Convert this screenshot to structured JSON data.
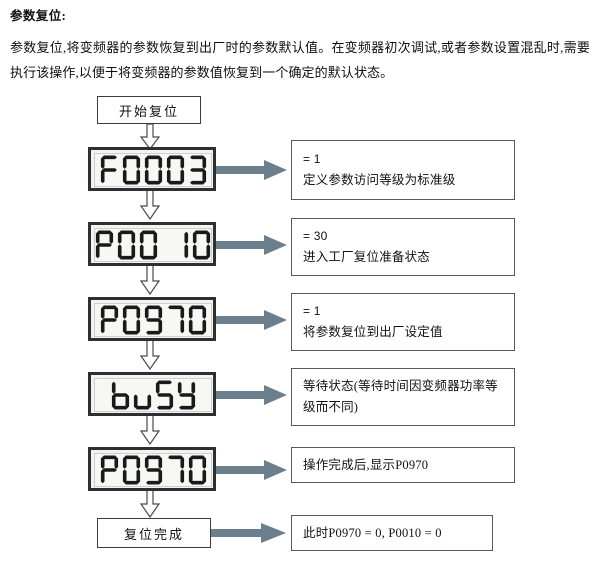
{
  "document": {
    "heading": "参数复位:",
    "paragraph": "参数复位,将变频器的参数恢复到出厂时的参数默认值。在变频器初次调试,或者参数设置混乱时,需要执行该操作,以便于将变频器的参数值恢复到一个确定的默认状态。"
  },
  "colors": {
    "arrow": "#6b7f8c",
    "lcd_bezel": "#2c2f33",
    "lcd_screen": "#f7f7f3",
    "segment_on": "#1a1a1a",
    "box_border": "#55595e"
  },
  "flow": {
    "start_node": {
      "label": "开始复位"
    },
    "end_node": {
      "label": "复位完成"
    },
    "steps": [
      {
        "id": "step-f0003",
        "display": "F0003",
        "display_chars": [
          "F",
          "0",
          "0",
          "0",
          "3"
        ],
        "callout": {
          "value": "= 1",
          "desc": "定义参数访问等级为标准级"
        }
      },
      {
        "id": "step-p0010",
        "display": "P00 10",
        "display_chars": [
          "P",
          "0",
          "0",
          " ",
          "1",
          "0"
        ],
        "callout": {
          "value": "= 30",
          "desc": "进入工厂复位准备状态"
        }
      },
      {
        "id": "step-p0970-set",
        "display": "P0970",
        "display_chars": [
          "P",
          "0",
          "9",
          "7",
          "0"
        ],
        "callout": {
          "value": "= 1",
          "desc": "将参数复位到出厂设定值"
        }
      },
      {
        "id": "step-busy",
        "display": "buSY",
        "display_chars": [
          "b",
          "u",
          "S",
          "Y"
        ],
        "callout": {
          "value": "",
          "desc": "等待状态(等待时间因变频器功率等级而不同)"
        }
      },
      {
        "id": "step-p0970-done",
        "display": "P0970",
        "display_chars": [
          "P",
          "0",
          "9",
          "7",
          "0"
        ],
        "callout": {
          "value": "",
          "desc": "操作完成后,显示P0970"
        }
      }
    ],
    "end_callout": {
      "desc": "此时P0970 = 0, P0010 = 0"
    }
  }
}
